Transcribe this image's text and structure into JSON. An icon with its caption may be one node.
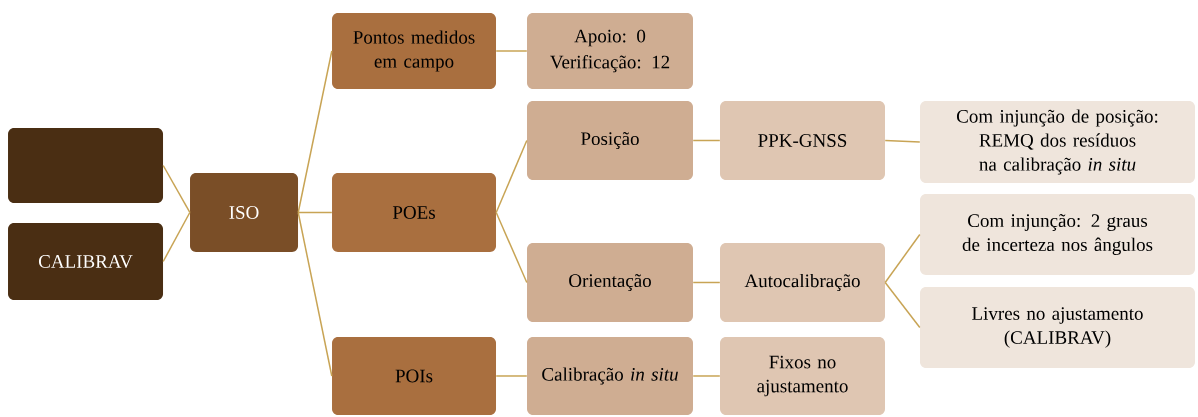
{
  "diagram": {
    "nodes": [
      {
        "text": [],
        "shape": "box"
      },
      {
        "text": [
          "CALIBRAV"
        ]
      },
      {
        "text": [
          "ISO"
        ]
      },
      {
        "text": [
          "Pontos medidos em campo"
        ]
      },
      {
        "text": [
          "POEs"
        ]
      },
      {
        "text": [
          "POIs"
        ]
      },
      {
        "text": [
          "Apoio: 0",
          "Verificação: 12"
        ]
      },
      {
        "text": [
          "Posição"
        ]
      },
      {
        "text": [
          "Orientação"
        ]
      },
      {
        "text": [
          "Calibração *in situ*"
        ]
      },
      {
        "text": [
          "PPK-GNSS"
        ]
      },
      {
        "text": [
          "Autocalibração"
        ]
      },
      {
        "text": [
          "Fixos no ajustamento"
        ]
      },
      {
        "text": [
          "Com injunção de posição: REMQ dos resíduos na calibração *in situ*"
        ]
      },
      {
        "text": [
          "Com injunção: 2 graus de incerteza nos ângulos"
        ]
      },
      {
        "text": [
          "Livres no ajustamento (CALIBRAV)"
        ]
      }
    ],
    "edges": [
      {
        "from": 0,
        "to": 2,
        "arrow": "none"
      },
      {
        "from": 1,
        "to": 2,
        "arrow": "none"
      },
      {
        "from": 2,
        "to": 3,
        "arrow": "none"
      },
      {
        "from": 2,
        "to": 4,
        "arrow": "none"
      },
      {
        "from": 2,
        "to": 5,
        "arrow": "none"
      },
      {
        "from": 3,
        "to": 6,
        "arrow": "none"
      },
      {
        "from": 4,
        "to": 7,
        "arrow": "none"
      },
      {
        "from": 4,
        "to": 8,
        "arrow": "none"
      },
      {
        "from": 5,
        "to": 9,
        "arrow": "none"
      },
      {
        "from": 7,
        "to": 10,
        "arrow": "none"
      },
      {
        "from": 8,
        "to": 11,
        "arrow": "none"
      },
      {
        "from": 9,
        "to": 12,
        "arrow": "none"
      },
      {
        "from": 10,
        "to": 13,
        "arrow": "none"
      },
      {
        "from": 11,
        "to": 14,
        "arrow": "none"
      },
      {
        "from": 11,
        "to": 15,
        "arrow": "none"
      }
    ]
  }
}
